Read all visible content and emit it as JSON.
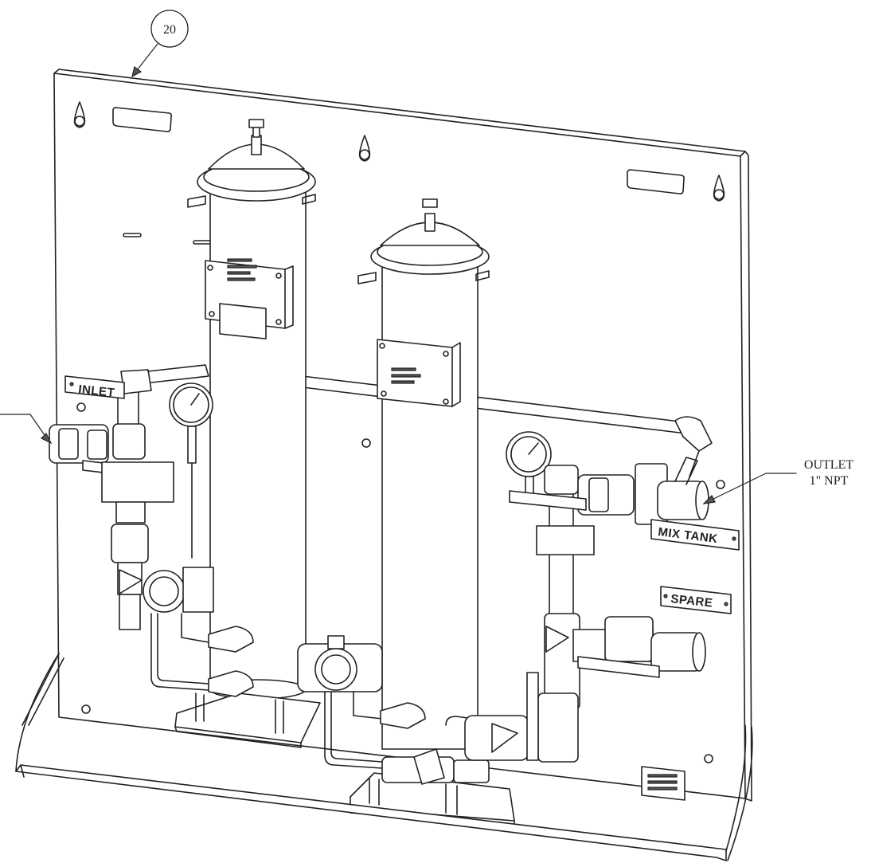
{
  "balloon": {
    "number": "20"
  },
  "callouts": {
    "outlet": {
      "line1": "OUTLET",
      "line2": "1\" NPT"
    }
  },
  "plates": {
    "inlet": "INLET",
    "mix_tank": "MIX TANK",
    "spare": "SPARE"
  },
  "colors": {
    "line": "#222222",
    "background": "#ffffff"
  }
}
